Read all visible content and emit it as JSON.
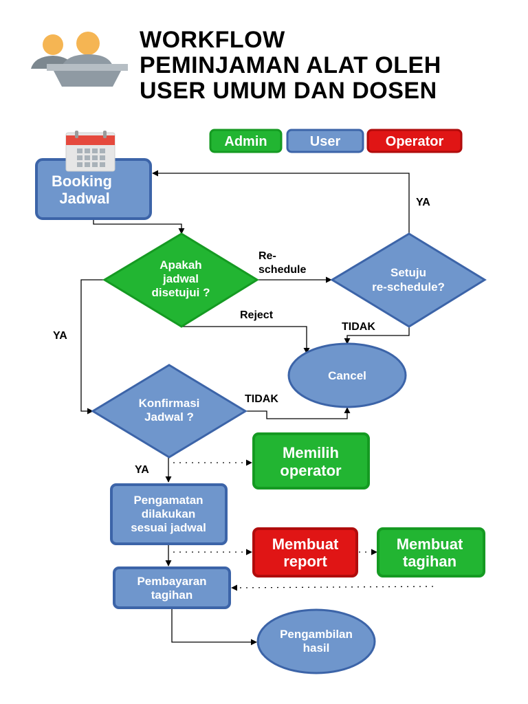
{
  "header": {
    "title_lines": [
      "WORKFLOW",
      "PEMINJAMAN ALAT OLEH",
      "USER UMUM DAN DOSEN"
    ]
  },
  "legend": {
    "admin": "Admin",
    "user": "User",
    "operator": "Operator"
  },
  "colors": {
    "admin_fill": "#22b532",
    "admin_stroke": "#159a22",
    "user_fill": "#6f96cc",
    "user_stroke": "#3c64a8",
    "operator_fill": "#e01515",
    "operator_stroke": "#b00c0c",
    "icon_people": "#f5b553",
    "icon_gray": "#8f9aa3",
    "calendar_red": "#e5493d"
  },
  "nodes": {
    "booking": [
      "Booking",
      "Jadwal"
    ],
    "apakah": [
      "Apakah",
      "jadwal",
      "disetujui ?"
    ],
    "setuju": [
      "Setuju",
      "re-schedule?"
    ],
    "cancel": "Cancel",
    "konfirmasi": [
      "Konfirmasi",
      "Jadwal ?"
    ],
    "memilih": [
      "Memilih",
      "operator"
    ],
    "pengamatan": [
      "Pengamatan",
      "dilakukan",
      "sesuai jadwal"
    ],
    "membuat_report": [
      "Membuat",
      "report"
    ],
    "membuat_tagihan": [
      "Membuat",
      "tagihan"
    ],
    "pembayaran": [
      "Pembayaran",
      "tagihan"
    ],
    "pengambilan": [
      "Pengambilan",
      "hasil"
    ]
  },
  "edge_labels": {
    "ya_top": "YA",
    "reschedule": [
      "Re-",
      "schedule"
    ],
    "reject": "Reject",
    "tidak_setuju": "TIDAK",
    "ya_left": "YA",
    "tidak_konfirmasi": "TIDAK",
    "ya_bottom": "YA"
  }
}
